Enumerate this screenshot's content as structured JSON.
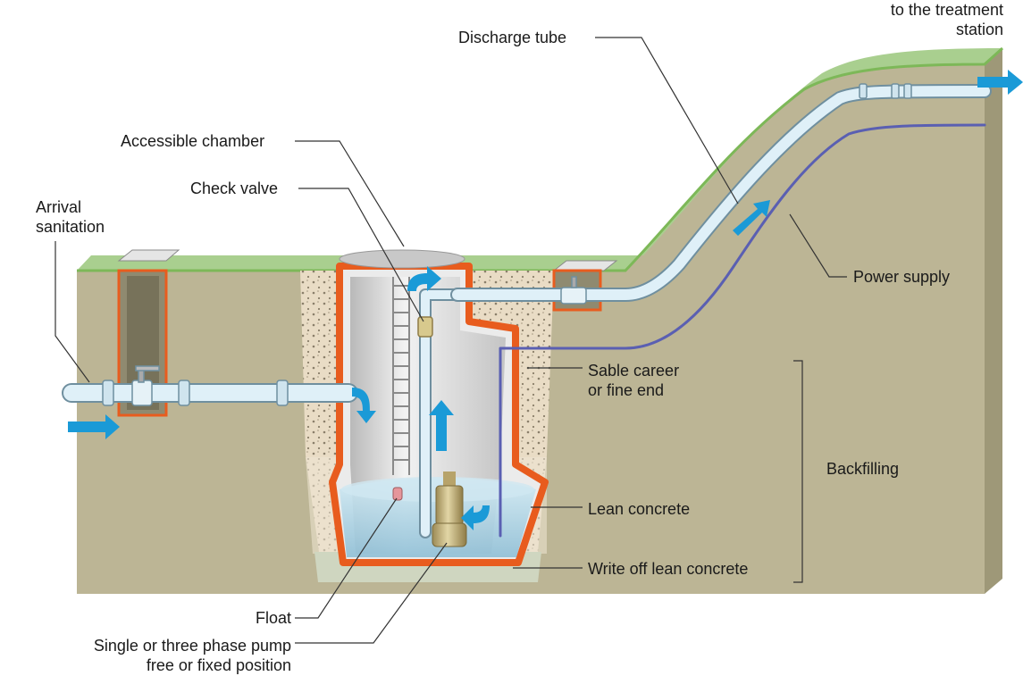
{
  "labels": {
    "treatment_station": {
      "line1": "to the treatment",
      "line2": "station"
    },
    "discharge_tube": "Discharge tube",
    "accessible_chamber": "Accessible chamber",
    "check_valve": "Check valve",
    "arrival_sanitation": {
      "line1": "Arrival",
      "line2": "sanitation"
    },
    "power_supply": "Power supply",
    "sable_career": {
      "line1": "Sable career",
      "line2": "or fine end"
    },
    "backfilling": "Backfilling",
    "lean_concrete": "Lean concrete",
    "write_off_lean_concrete": "Write off lean concrete",
    "float": "Float",
    "pump": {
      "line1": "Single or three phase pump",
      "line2": "free or fixed position"
    }
  },
  "colors": {
    "soil": "#bcb595",
    "soil_side": "#9e9878",
    "grass": "#a9cf8f",
    "grass_edge": "#7db858",
    "sand": "#e9dcc5",
    "chamber_outline": "#e85c1e",
    "chamber_body": "#d6d6d6",
    "pipe": "#dff0f8",
    "pipe_stroke": "#6f8f9f",
    "arrow": "#1a9ad7",
    "water": "#b6d9e8",
    "cable": "#5a5fb2",
    "pump": "#c6b27a"
  }
}
